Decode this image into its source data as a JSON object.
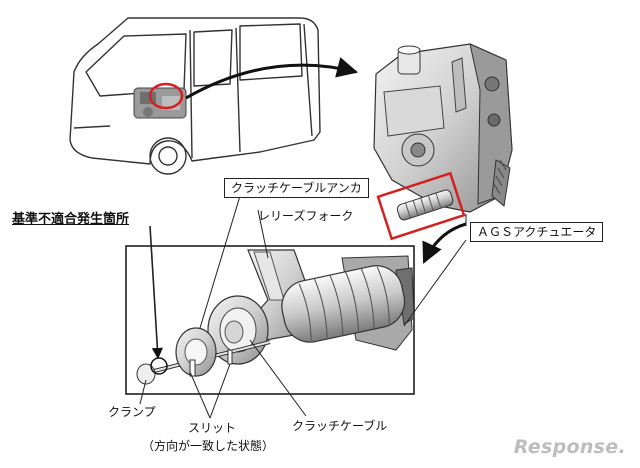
{
  "labels": {
    "nonconformity_location": "基準不適合発生箇所",
    "clutch_cable_anchor": "クラッチケーブルアンカ",
    "release_fork": "レリーズフォーク",
    "ags_actuator": "ＡＧＳアクチュエータ",
    "clamp": "クランプ",
    "slit": "スリット",
    "slit_note": "（方向が一致した状態）",
    "clutch_cable": "クラッチケーブル"
  },
  "watermark": "Response.",
  "colors": {
    "highlight": "#d42020",
    "line": "#222222"
  }
}
